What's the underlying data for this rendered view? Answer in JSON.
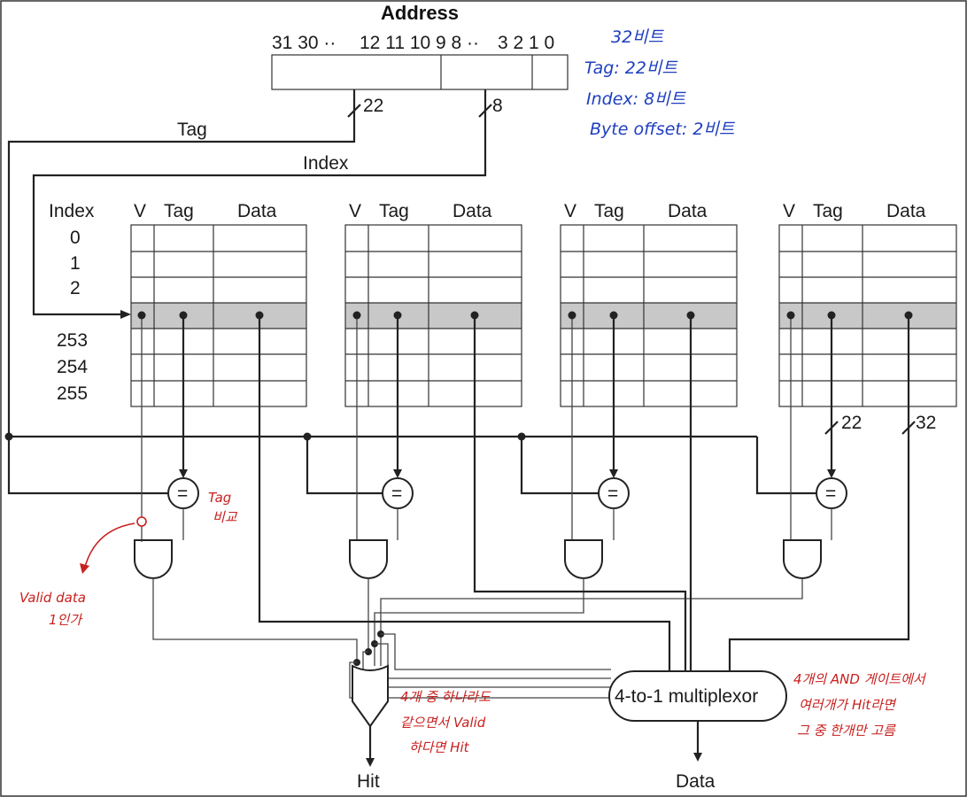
{
  "address": {
    "title": "Address",
    "bit_labels": [
      "31 30 ··",
      "12 11 10 9 8 ··",
      "3 2 1 0"
    ],
    "tag_width": "22",
    "index_width": "8"
  },
  "signals": {
    "tag": "Tag",
    "index": "Index",
    "hit": "Hit",
    "data": "Data"
  },
  "cache": {
    "index_header": "Index",
    "col_v": "V",
    "col_tag": "Tag",
    "col_data": "Data",
    "rows_top": [
      "0",
      "1",
      "2"
    ],
    "rows_bottom": [
      "253",
      "254",
      "255"
    ],
    "tag_bus_width": "22",
    "data_bus_width": "32"
  },
  "mux": {
    "label": "4-to-1 multiplexor"
  },
  "comparator": {
    "symbol": "="
  },
  "annotations": {
    "bits_total": "32비트",
    "tag_bits": "Tag: 22비트",
    "index_bits": "Index: 8비트",
    "offset_bits": "Byte offset: 2비트",
    "tag_compare": [
      "Tag",
      "비교"
    ],
    "valid_check": [
      "Valid data",
      "1인가"
    ],
    "or_note": [
      "4개 중 하나라도",
      "같으면서 Valid",
      "하다면 Hit"
    ],
    "mux_note": [
      "4개의 AND 게이트에서",
      "여러개가 Hit라면",
      "그 중 한개만 고름"
    ]
  },
  "colors": {
    "highlight_row": "#c8c8c8",
    "ink": "#222222",
    "note_blue": "#1f3fbf",
    "note_red": "#c8201e"
  }
}
